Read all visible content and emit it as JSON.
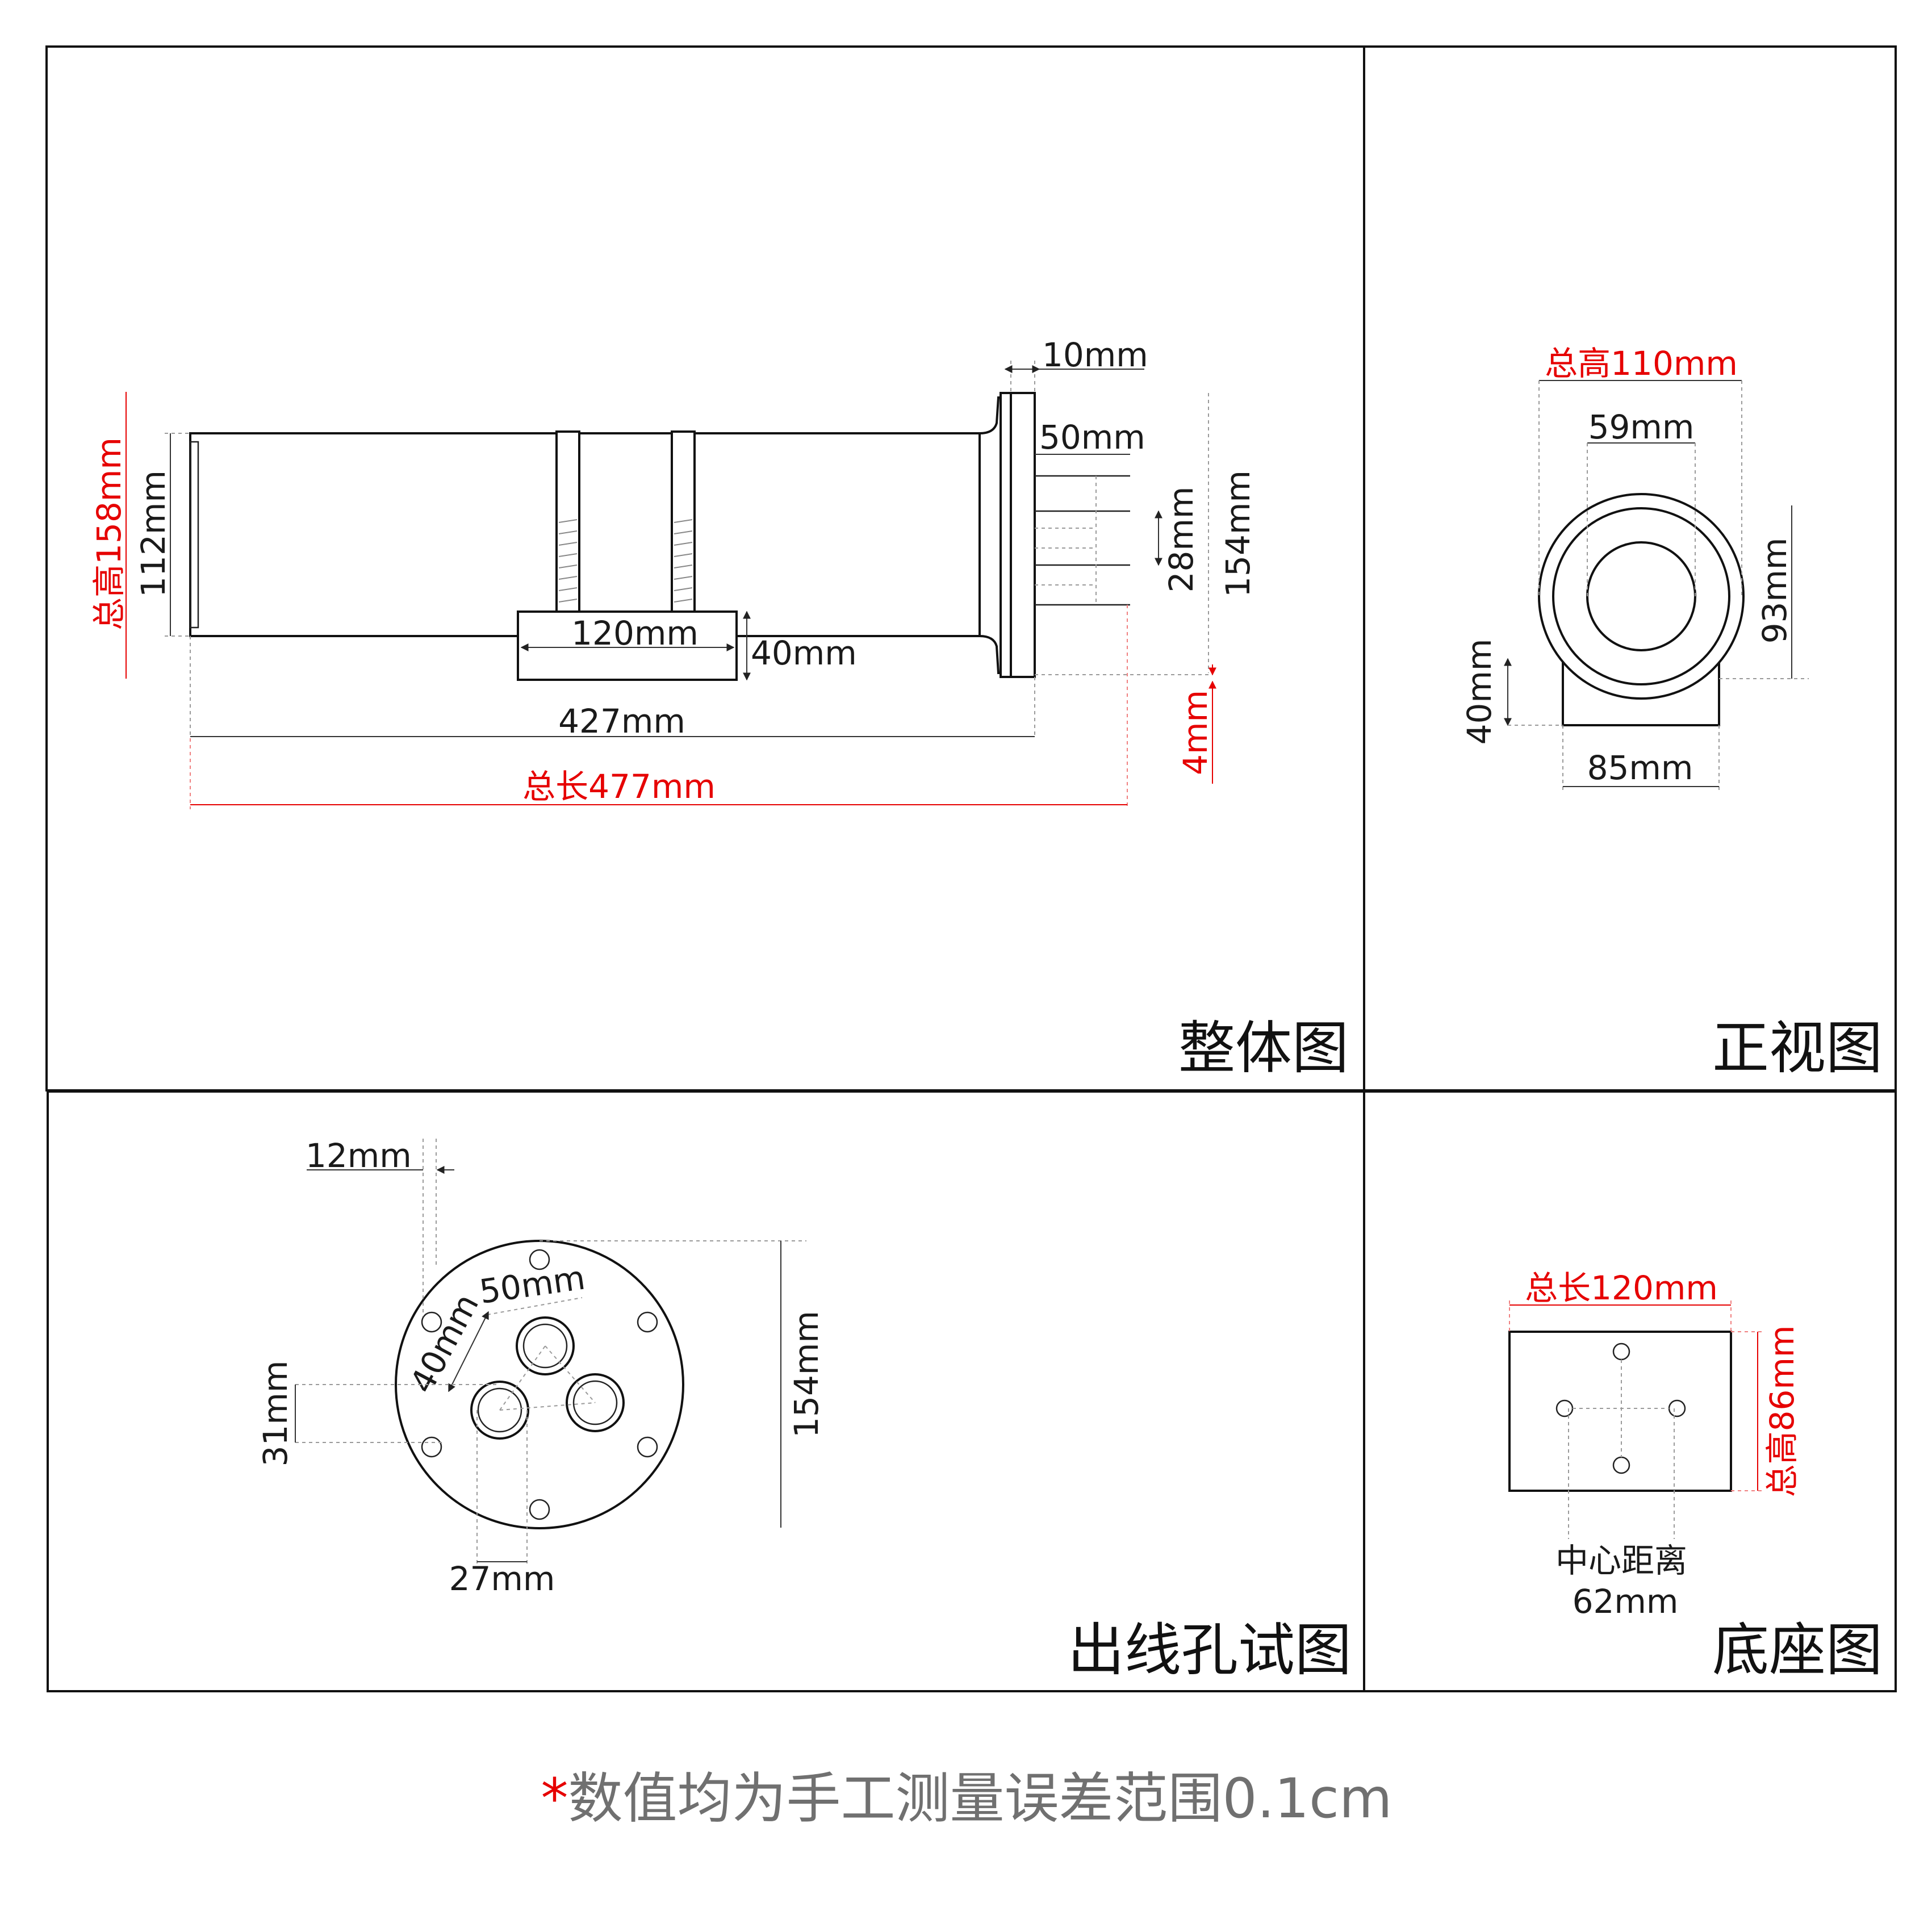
{
  "panels": {
    "overall": {
      "title": "整体图",
      "labels": {
        "total_height": "总高158mm",
        "body_height": "112mm",
        "flange_thickness": "10mm",
        "outlet_length": "50mm",
        "outlet_pitch": "28mm",
        "flange_height": "154mm",
        "base_length": "120mm",
        "base_height": "40mm",
        "body_length": "427mm",
        "total_length": "总长477mm",
        "gap": "4mm"
      }
    },
    "front": {
      "title": "正视图",
      "labels": {
        "total_height": "总高110mm",
        "inner_diameter": "59mm",
        "center_height": "93mm",
        "base_height": "40mm",
        "base_width": "85mm"
      }
    },
    "holes": {
      "title": "出线孔试图",
      "labels": {
        "offset": "12mm",
        "spacing_horizontal": "50mm",
        "spacing_diagonal": "40mm",
        "diameter": "154mm",
        "vertical_offset": "31mm",
        "horizontal_offset": "27mm"
      }
    },
    "base": {
      "title": "底座图",
      "labels": {
        "total_length": "总长120mm",
        "total_height": "总高86mm",
        "center_label": "中心距离",
        "center_distance": "62mm"
      }
    }
  },
  "footnote": {
    "star": "*",
    "text": "数值均为手工测量误差范围0.1cm"
  },
  "colors": {
    "line": "#111111",
    "highlight": "#e60000",
    "note_gray": "#707070"
  }
}
